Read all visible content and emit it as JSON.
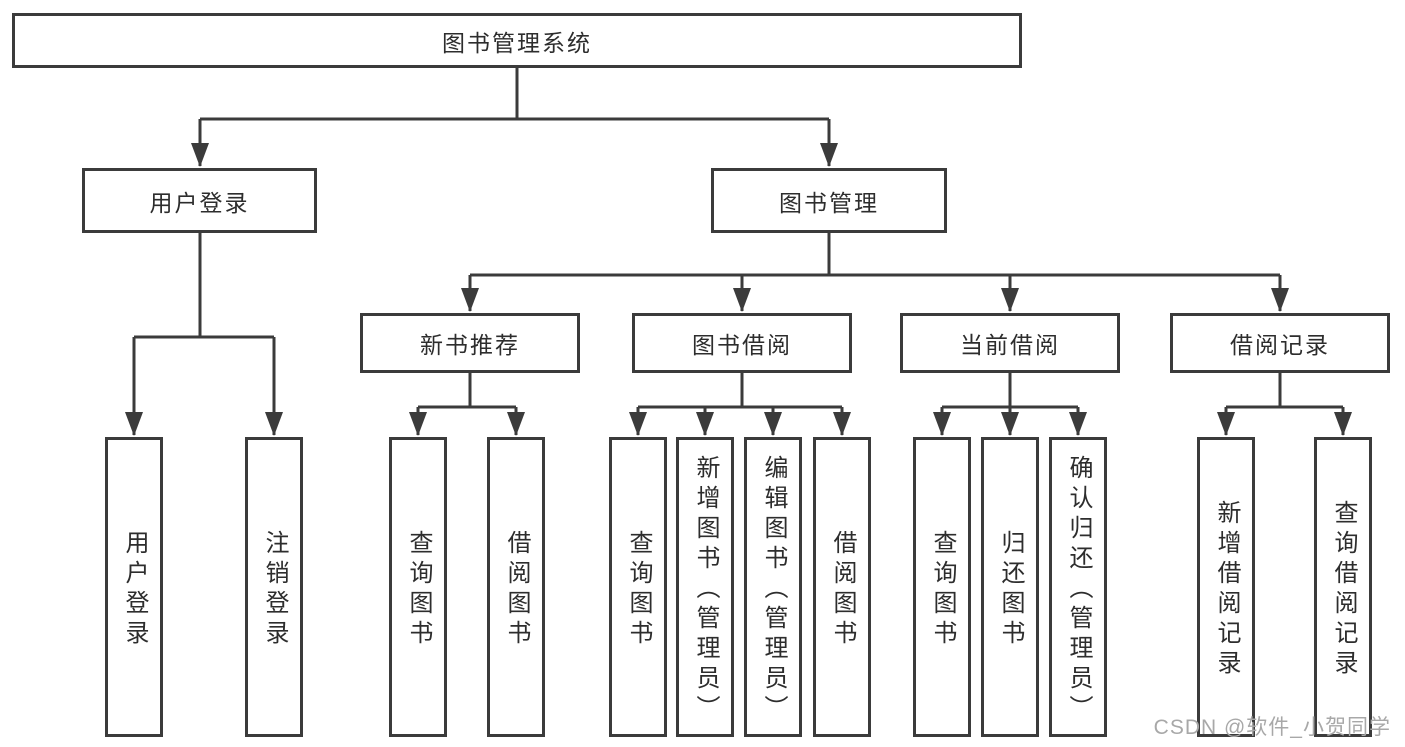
{
  "root": {
    "label": "图书管理系统"
  },
  "user_login": {
    "label": "用户登录",
    "children": {
      "login": "用户登录",
      "logout": "注销登录"
    }
  },
  "book_mgmt": {
    "label": "图书管理"
  },
  "new_book": {
    "label": "新书推荐",
    "children": {
      "query": "查询图书",
      "borrow": "借阅图书"
    }
  },
  "borrowing": {
    "label": "图书借阅",
    "children": {
      "query": "查询图书",
      "add": "新增图书（管理员）",
      "edit": "编辑图书（管理员）",
      "borrow": "借阅图书"
    }
  },
  "current": {
    "label": "当前借阅",
    "children": {
      "query": "查询图书",
      "return": "归还图书",
      "confirm": "确认归还（管理员）"
    }
  },
  "records": {
    "label": "借阅记录",
    "children": {
      "add": "新增借阅记录",
      "query": "查询借阅记录"
    }
  },
  "watermark": {
    "text": "CSDN @软件_小贺同学"
  },
  "colors": {
    "line": "#3b3b3b",
    "border": "#3b3b3b",
    "text": "#2d2d2d",
    "watermark": "#a8a8a8",
    "background": "#ffffff"
  }
}
